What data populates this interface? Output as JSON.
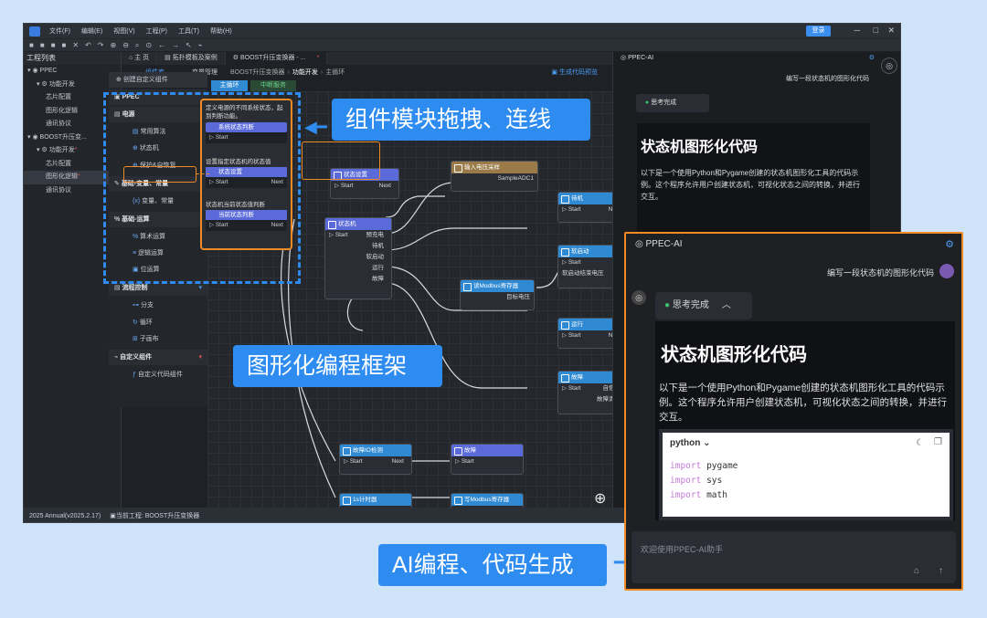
{
  "menubar": {
    "items": [
      "文件(F)",
      "编辑(E)",
      "视图(V)",
      "工程(P)",
      "工具(T)",
      "帮助(H)"
    ],
    "login": "登录"
  },
  "tree": {
    "title": "工程列表",
    "items": [
      {
        "label": "PPEC",
        "level": 0,
        "arrow": "▾"
      },
      {
        "label": "功能开发",
        "level": 1,
        "arrow": "▾"
      },
      {
        "label": "芯片配置",
        "level": 2
      },
      {
        "label": "图形化逻辑",
        "level": 2
      },
      {
        "label": "通讯协议",
        "level": 2
      },
      {
        "label": "BOOST升压变...",
        "level": 0,
        "arrow": "▾"
      },
      {
        "label": "功能开发",
        "level": 1,
        "arrow": "▾",
        "star": "*"
      },
      {
        "label": "芯片配置",
        "level": 2
      },
      {
        "label": "图形化逻辑",
        "level": 2,
        "star": "*"
      },
      {
        "label": "通讯协议",
        "level": 2
      }
    ]
  },
  "tabs": [
    {
      "label": "主 页"
    },
    {
      "label": "拓扑模板及案例"
    },
    {
      "label": "BOOST升压变换器 - ...",
      "star": "*"
    }
  ],
  "subbar": {
    "t1": "组件库",
    "t2": "变量管理",
    "crumb1": "BOOST升压变换器",
    "crumb2": "功能开发",
    "crumb3": "主循环",
    "gen": "生成代码预览",
    "tab_main": "主循环",
    "tab_int": "中断服务"
  },
  "palette": {
    "items": [
      {
        "label": "创建自定义组件",
        "type": "btn"
      },
      {
        "label": "PPEC",
        "type": "head"
      },
      {
        "label": "电源",
        "type": "head"
      },
      {
        "label": "常用算法",
        "type": "sub"
      },
      {
        "label": "状态机",
        "type": "sub"
      },
      {
        "label": "保护&自恢复",
        "type": "sub"
      },
      {
        "label": "基础-变量、常量",
        "type": "head"
      },
      {
        "label": "变量、常量",
        "type": "sub"
      },
      {
        "label": "基础-运算",
        "type": "head"
      },
      {
        "label": "算术运算",
        "type": "sub"
      },
      {
        "label": "逻辑运算",
        "type": "sub"
      },
      {
        "label": "位运算",
        "type": "sub"
      },
      {
        "label": "流程控制",
        "type": "head"
      },
      {
        "label": "分支",
        "type": "sub"
      },
      {
        "label": "循环",
        "type": "sub"
      },
      {
        "label": "子画布",
        "type": "sub"
      },
      {
        "label": "自定义组件",
        "type": "head"
      },
      {
        "label": "自定义代码组件",
        "type": "sub"
      }
    ]
  },
  "popup": {
    "d1": "定义电源的不同系统状态，起到判断功能。",
    "n1": "系统状态判断",
    "start": "Start",
    "d2": "设置指定状态机的状态值",
    "n2": "状态设置",
    "next": "Next",
    "d3": "状态机当前状态值判断",
    "n3": "当前状态判断"
  },
  "nodes": {
    "state_set": "状态设置",
    "state_machine": "状态机",
    "precharge": "预充电",
    "standby": "待机",
    "softstart": "软启动",
    "run": "运行",
    "fault": "故障",
    "input_v": "输入电压采样",
    "sample": "SampleADC1",
    "standby2": "待机",
    "soft2": "软启动",
    "soft_done": "软启动结束电压",
    "modbus_read": "读Modbus寄存器",
    "target_v": "目标电压",
    "run2": "运行",
    "fault2": "故障",
    "self_rec": "自恢复",
    "fault_clear": "故障清除",
    "fault_io": "故障IO检测",
    "fault3": "故障",
    "timer": "1s计时器",
    "modbus_write": "写Modbus寄存器"
  },
  "ai": {
    "title": "PPEC-AI",
    "user_msg": "编写一段状态机的图形化代码",
    "think": "思考完成",
    "heading": "状态机图形化代码",
    "body": "以下是一个使用Python和Pygame创建的状态机图形化工具的代码示例。这个程序允许用户创建状态机，可视化状态之间的转换，并进行交互。",
    "lang": "python",
    "code": [
      [
        "import",
        "pygame"
      ],
      [
        "import",
        "sys"
      ],
      [
        "import",
        "math"
      ]
    ],
    "input_ph": "欢迎使用PPEC-AI助手"
  },
  "status": {
    "version": "2025 Annual(v2025.2.17)",
    "project": "当前工程: BOOST升压变换器"
  },
  "callouts": {
    "drag": "组件模块拖拽、连线",
    "framework": "图形化编程框架",
    "ai": "AI编程、代码生成"
  },
  "colors": {
    "accent": "#2e8cf0",
    "highlight": "#f08a24"
  }
}
